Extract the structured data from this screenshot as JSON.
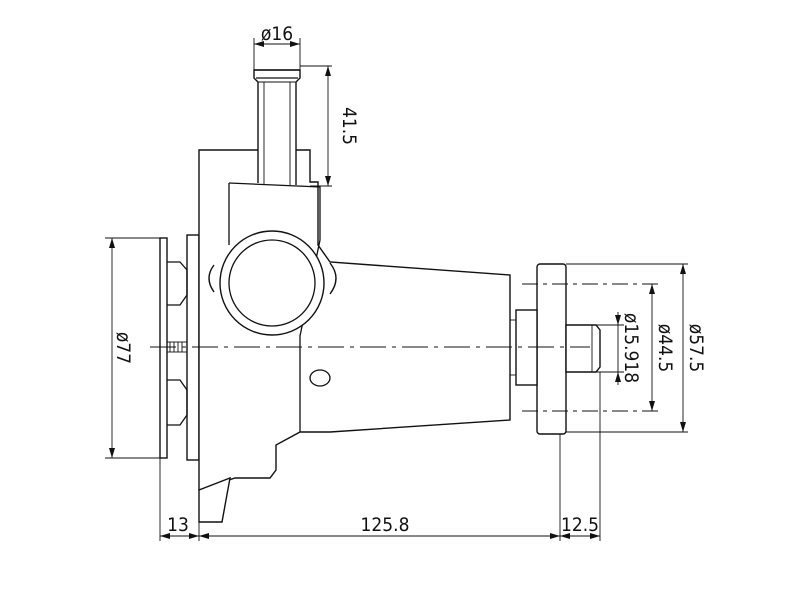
{
  "dimensions": {
    "top_diameter": "ø16",
    "top_height": "41.5",
    "left_diameter": "ø77",
    "right_outer_diameter": "ø57.5",
    "right_bolt_diameter": "ø44.5",
    "shaft_diameter": "ø15.918",
    "bottom_left": "13",
    "bottom_middle": "125.8",
    "bottom_right": "12.5"
  }
}
